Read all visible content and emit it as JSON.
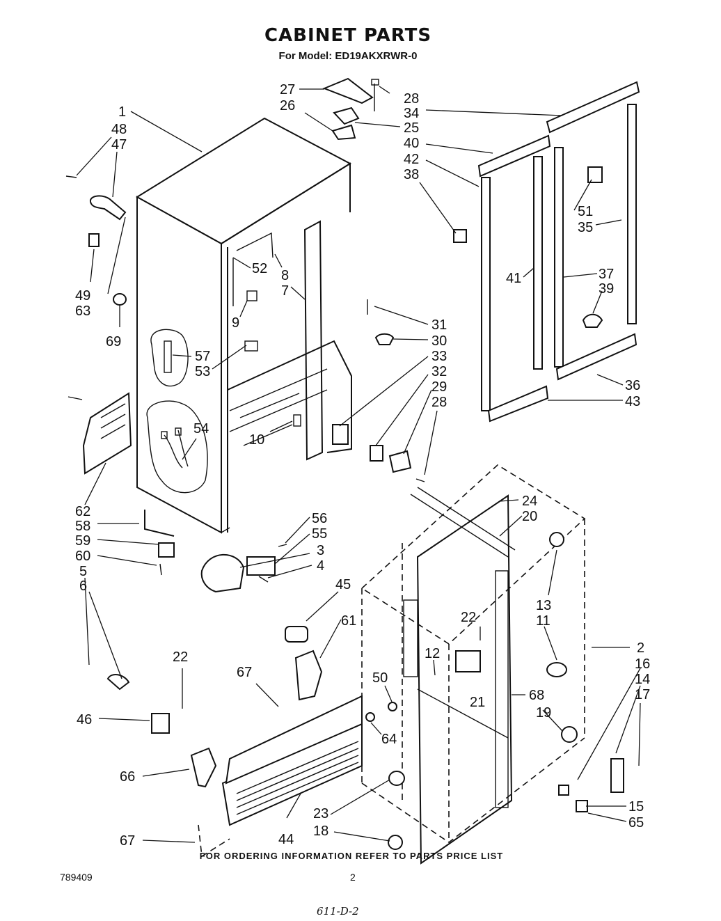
{
  "title": "CABINET PARTS",
  "subtitle": "For Model: ED19AKXRWR-0",
  "footer": "FOR ORDERING INFORMATION REFER TO PARTS PRICE LIST",
  "doc_number": "789409",
  "page_number": "2",
  "handwritten_note": "611-D-2",
  "callouts": [
    {
      "id": "27",
      "text": "27"
    },
    {
      "id": "28a",
      "text": "28"
    },
    {
      "id": "26",
      "text": "26"
    },
    {
      "id": "25",
      "text": "25"
    },
    {
      "id": "34",
      "text": "34"
    },
    {
      "id": "40",
      "text": "40"
    },
    {
      "id": "42",
      "text": "42"
    },
    {
      "id": "38",
      "text": "38"
    },
    {
      "id": "1",
      "text": "1"
    },
    {
      "id": "48",
      "text": "48"
    },
    {
      "id": "47",
      "text": "47"
    },
    {
      "id": "52",
      "text": "52"
    },
    {
      "id": "8",
      "text": "8"
    },
    {
      "id": "7",
      "text": "7"
    },
    {
      "id": "9",
      "text": "9"
    },
    {
      "id": "49",
      "text": "49"
    },
    {
      "id": "63",
      "text": "63"
    },
    {
      "id": "69",
      "text": "69"
    },
    {
      "id": "51",
      "text": "51"
    },
    {
      "id": "35",
      "text": "35"
    },
    {
      "id": "41",
      "text": "41"
    },
    {
      "id": "37",
      "text": "37"
    },
    {
      "id": "39",
      "text": "39"
    },
    {
      "id": "31",
      "text": "31"
    },
    {
      "id": "30",
      "text": "30"
    },
    {
      "id": "57",
      "text": "57"
    },
    {
      "id": "53",
      "text": "53"
    },
    {
      "id": "33",
      "text": "33"
    },
    {
      "id": "32",
      "text": "32"
    },
    {
      "id": "29",
      "text": "29"
    },
    {
      "id": "28b",
      "text": "28"
    },
    {
      "id": "36",
      "text": "36"
    },
    {
      "id": "43",
      "text": "43"
    },
    {
      "id": "54",
      "text": "54"
    },
    {
      "id": "10",
      "text": "10"
    },
    {
      "id": "62",
      "text": "62"
    },
    {
      "id": "58",
      "text": "58"
    },
    {
      "id": "59",
      "text": "59"
    },
    {
      "id": "60",
      "text": "60"
    },
    {
      "id": "56",
      "text": "56"
    },
    {
      "id": "55",
      "text": "55"
    },
    {
      "id": "3",
      "text": "3"
    },
    {
      "id": "4",
      "text": "4"
    },
    {
      "id": "5",
      "text": "5"
    },
    {
      "id": "6",
      "text": "6"
    },
    {
      "id": "24",
      "text": "24"
    },
    {
      "id": "20",
      "text": "20"
    },
    {
      "id": "45",
      "text": "45"
    },
    {
      "id": "13",
      "text": "13"
    },
    {
      "id": "11",
      "text": "11"
    },
    {
      "id": "61",
      "text": "61"
    },
    {
      "id": "22a",
      "text": "22"
    },
    {
      "id": "12",
      "text": "12"
    },
    {
      "id": "2",
      "text": "2"
    },
    {
      "id": "16",
      "text": "16"
    },
    {
      "id": "14",
      "text": "14"
    },
    {
      "id": "22b",
      "text": "22"
    },
    {
      "id": "67a",
      "text": "67"
    },
    {
      "id": "50",
      "text": "50"
    },
    {
      "id": "21",
      "text": "21"
    },
    {
      "id": "68",
      "text": "68"
    },
    {
      "id": "17",
      "text": "17"
    },
    {
      "id": "46",
      "text": "46"
    },
    {
      "id": "19",
      "text": "19"
    },
    {
      "id": "64",
      "text": "64"
    },
    {
      "id": "66",
      "text": "66"
    },
    {
      "id": "15",
      "text": "15"
    },
    {
      "id": "65",
      "text": "65"
    },
    {
      "id": "23",
      "text": "23"
    },
    {
      "id": "44",
      "text": "44"
    },
    {
      "id": "18",
      "text": "18"
    },
    {
      "id": "67b",
      "text": "67"
    }
  ]
}
